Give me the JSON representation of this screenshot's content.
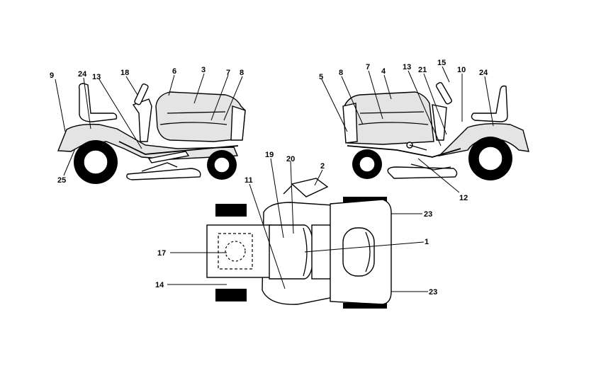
{
  "header": {
    "left": "",
    "right": ""
  },
  "labels": {
    "l1": "1",
    "l2": "2",
    "l3": "3",
    "l4": "4",
    "l5": "5",
    "l6": "6",
    "l7a": "7",
    "l7b": "7",
    "l8a": "8",
    "l8b": "8",
    "l9": "9",
    "l10": "10",
    "l11": "11",
    "l12": "12",
    "l13a": "13",
    "l13b": "13",
    "l14": "14",
    "l15": "15",
    "l17": "17",
    "l18": "18",
    "l19": "19",
    "l20": "20",
    "l21": "21",
    "l23a": "23",
    "l23b": "23",
    "l24a": "24",
    "l24b": "24",
    "l25": "25"
  }
}
